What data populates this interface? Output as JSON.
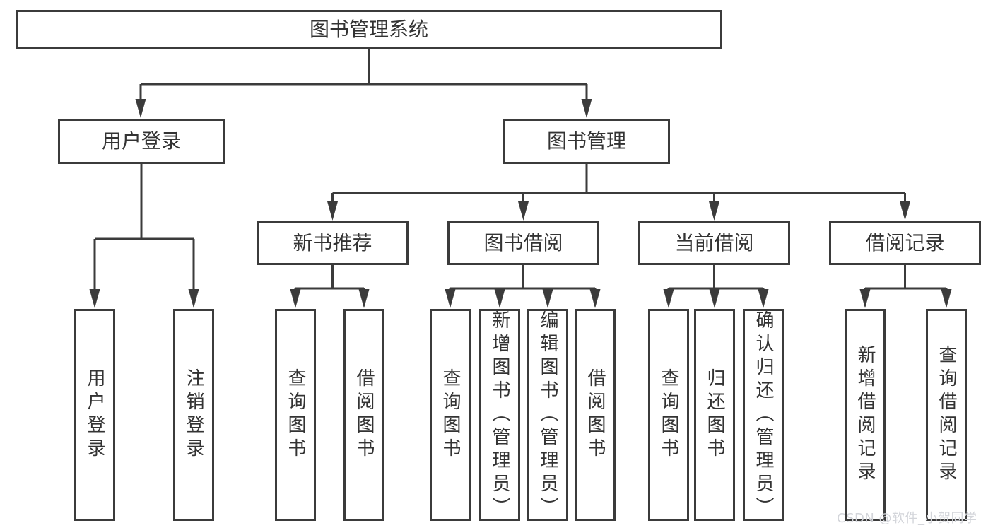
{
  "diagram_type": "hierarchy-tree",
  "tree": {
    "label": "图书管理系统",
    "children": [
      {
        "label": "用户登录",
        "children": [
          {
            "label": "用户登录"
          },
          {
            "label": "注销登录"
          }
        ]
      },
      {
        "label": "图书管理",
        "children": [
          {
            "label": "新书推荐",
            "children": [
              {
                "label": "查询图书"
              },
              {
                "label": "借阅图书"
              }
            ]
          },
          {
            "label": "图书借阅",
            "children": [
              {
                "label": "查询图书"
              },
              {
                "label": "新增图书（管理员）"
              },
              {
                "label": "编辑图书（管理员）"
              },
              {
                "label": "借阅图书"
              }
            ]
          },
          {
            "label": "当前借阅",
            "children": [
              {
                "label": "查询图书"
              },
              {
                "label": "归还图书"
              },
              {
                "label": "确认归还（管理员）"
              }
            ]
          },
          {
            "label": "借阅记录",
            "children": [
              {
                "label": "新增借阅记录"
              },
              {
                "label": "查询借阅记录"
              }
            ]
          }
        ]
      }
    ]
  },
  "watermark": {
    "text": "CSDN @软件_小贺同学"
  },
  "colors": {
    "line": "#3b3b3b",
    "text": "#333333",
    "box_fill": "#ffffff",
    "background": "#ffffff",
    "watermark": "#d3d5da"
  }
}
